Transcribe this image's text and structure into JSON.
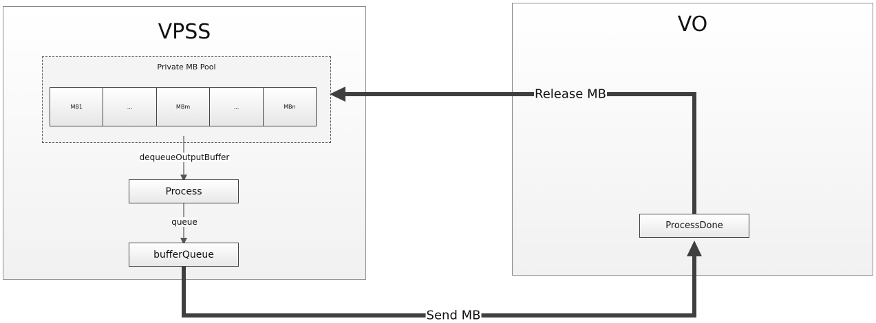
{
  "vpss": {
    "title": "VPSS",
    "pool_label": "Private MB Pool",
    "cells": [
      "MB1",
      "...",
      "MBm",
      "...",
      "MBn"
    ],
    "process_label": "Process",
    "buffer_queue_label": "bufferQueue",
    "dequeue_label": "dequeueOutputBuffer",
    "queue_label": "queue"
  },
  "vo": {
    "title": "VO",
    "process_done_label": "ProcessDone"
  },
  "flows": {
    "release_label": "Release MB",
    "send_label": "Send MB"
  },
  "colors": {
    "thick_arrow": "#3f3f3f",
    "thin_arrow": "#555555"
  }
}
